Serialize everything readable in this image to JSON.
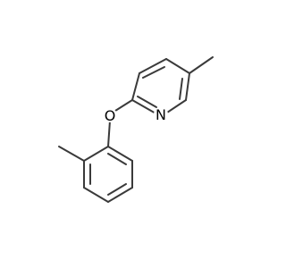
{
  "structure": {
    "atoms": [
      {
        "id": "o1",
        "element": "O"
      },
      {
        "id": "n1",
        "element": "N"
      }
    ],
    "colors": {
      "bond": "#3a3a3a",
      "label": "#000000",
      "background": "#ffffff"
    }
  }
}
